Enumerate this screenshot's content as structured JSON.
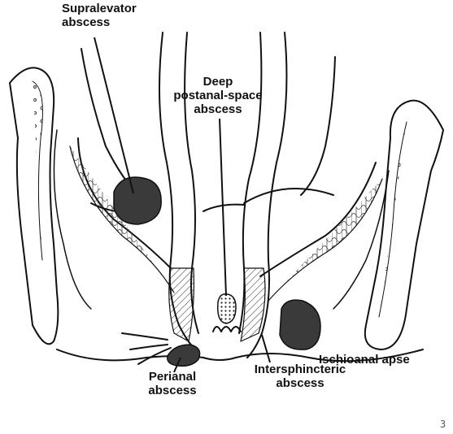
{
  "labels": {
    "supralevator": "Supralevator\nabscess",
    "deep_postanal": "Deep\npostanal-space\nabscess",
    "perianal": "Perianal\nabscess",
    "intersphincteric": "Intersphincteric\nabscess",
    "ischioanal": "Ischioanal apse"
  },
  "page_number": "3",
  "colors": {
    "line": "#111111",
    "abscess_fill": "#3a3a3a",
    "background": "#ffffff"
  }
}
